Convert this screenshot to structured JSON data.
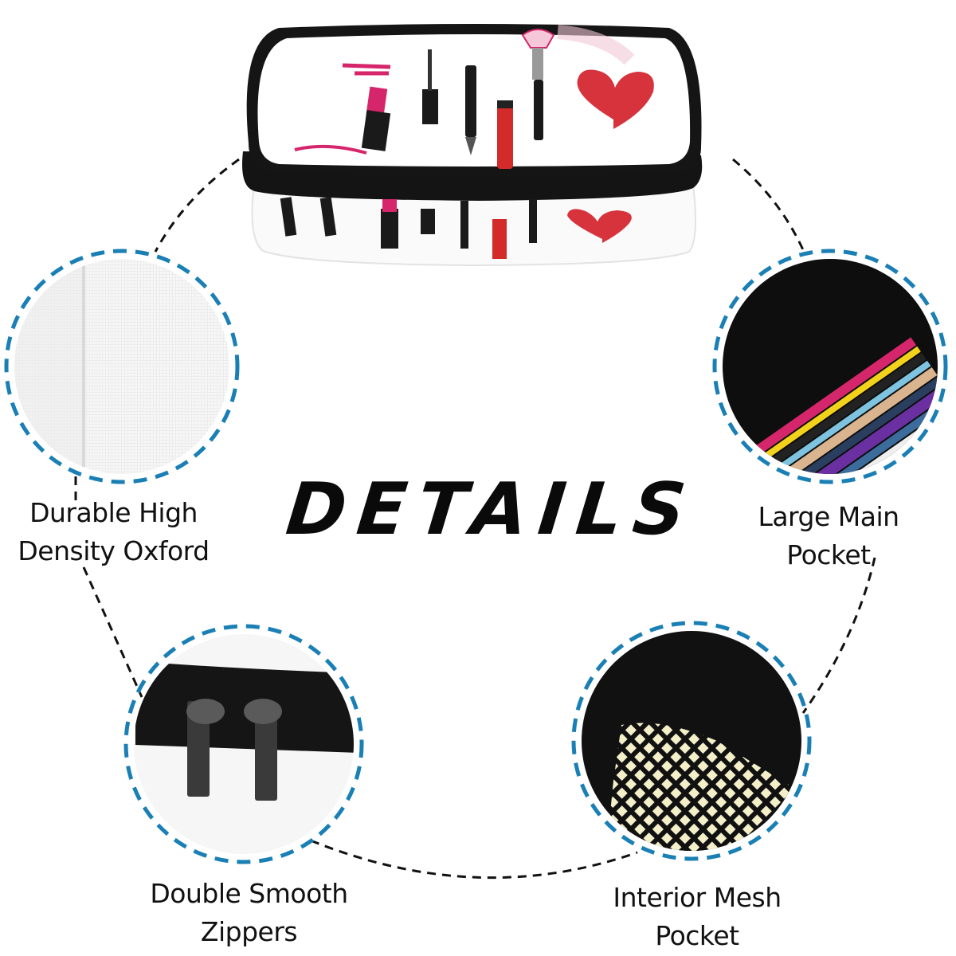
{
  "title": "DETAILS",
  "colors": {
    "accent_dash": "#1a7fb5",
    "connector_dash": "#111111",
    "lipstick_pink": "#d6266b",
    "heart_red": "#d7333d",
    "case_black": "#141414"
  },
  "product": {
    "name": "pencil-case-makeup-print",
    "print_motifs": [
      "lipstick",
      "mascara",
      "eyeliner",
      "lip-gloss",
      "makeup-brush",
      "heart"
    ]
  },
  "features": [
    {
      "id": "fabric",
      "lines": [
        "Durable High",
        "Density Oxford"
      ],
      "icon": "fabric-texture-icon"
    },
    {
      "id": "main-pocket",
      "lines": [
        "Large Main",
        "Pocket"
      ],
      "icon": "pencils-in-pocket-icon"
    },
    {
      "id": "zippers",
      "lines": [
        "Double Smooth",
        "Zippers"
      ],
      "icon": "zipper-pulls-icon"
    },
    {
      "id": "mesh-pocket",
      "lines": [
        "Interior Mesh",
        "Pocket"
      ],
      "icon": "mesh-pocket-icon"
    }
  ]
}
